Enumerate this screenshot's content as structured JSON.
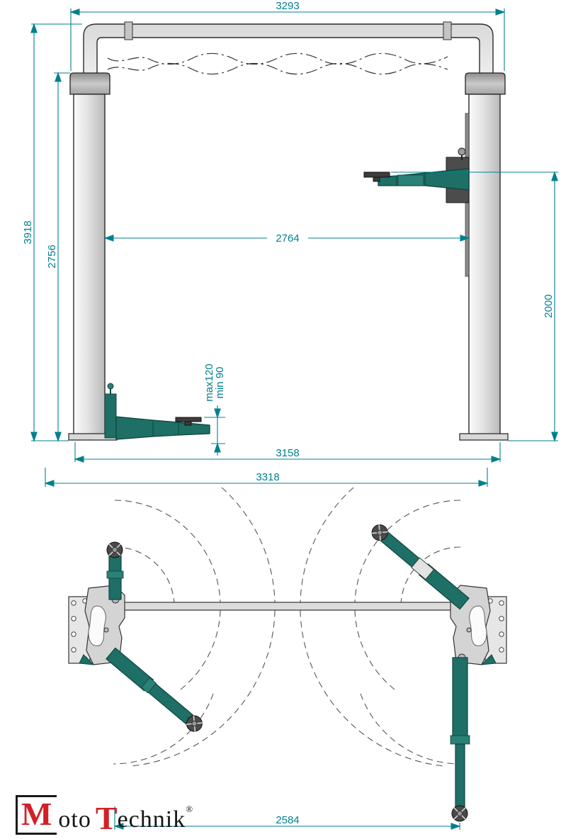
{
  "drawing": {
    "dim_color": "#00808f",
    "machine_color": "#1e6f66",
    "dims": {
      "top_width": "3293",
      "total_height": "3918",
      "column_height": "2756",
      "clear_width": "2764",
      "lift_height": "2000",
      "pad_max": "max120",
      "pad_min": "min 90",
      "base_width": "3158",
      "overall_width": "3318",
      "arm_span": "2584"
    }
  },
  "logo": {
    "m": "M",
    "oto": "oto",
    "t": "T",
    "echnik": "echnik",
    "reg": "®"
  }
}
